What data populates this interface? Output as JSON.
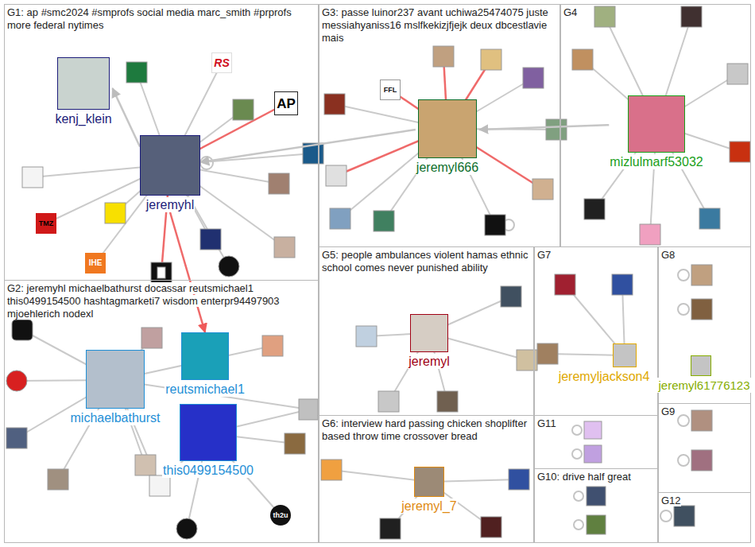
{
  "diagram": {
    "nodes": [
      {
        "text": [
          "G1: ap #smc2024 #smprofs social media marc_smith #prprofs more federal nytimes"
        ]
      },
      {
        "text": [
          "kenj_klein"
        ],
        "in": 0
      },
      {
        "text": [
          "jeremyhl"
        ],
        "in": 0
      },
      {
        "text": [
          "G2: jeremyhl michaelbathurst docassar reutsmichael1 this0499154500 hashtagmarketi7 wisdom enterpr94497903 mjoehlerich nodexl"
        ]
      },
      {
        "text": [
          "michaelbathurst"
        ],
        "in": 3
      },
      {
        "text": [
          "reutsmichael1"
        ],
        "in": 3
      },
      {
        "text": [
          "this0499154500"
        ],
        "in": 3
      },
      {
        "text": [
          "G3: passe luinor237 avant uchiwa25474075 juste messiahyaniss16 mslfkekizjfjejk deux dbcestlavie mais"
        ]
      },
      {
        "text": [
          "jeremyl666"
        ],
        "in": 7
      },
      {
        "text": [
          "G4"
        ]
      },
      {
        "text": [
          "mizlulmarf53032"
        ],
        "in": 9
      },
      {
        "text": [
          "G5: people ambulances violent hamas ethnic school comes never punished ability"
        ]
      },
      {
        "text": [
          "jeremyl"
        ],
        "in": 11
      },
      {
        "text": [
          "G6: interview hard passing chicken shoplifter based throw time crossover bread"
        ]
      },
      {
        "text": [
          "jeremyl_7"
        ],
        "in": 13
      },
      {
        "text": [
          "G7"
        ]
      },
      {
        "text": [
          "jeremyljackson4"
        ],
        "in": 15
      },
      {
        "text": [
          "G8"
        ]
      },
      {
        "text": [
          "jeremyl61776123"
        ],
        "in": 17
      },
      {
        "text": [
          "G11"
        ]
      },
      {
        "text": [
          "G10: drive half great"
        ]
      },
      {
        "text": [
          "G9"
        ]
      },
      {
        "text": [
          "G12"
        ]
      }
    ],
    "edges": [
      {
        "from": 2,
        "to": 1,
        "arrow": "to"
      },
      {
        "from": 2,
        "to": 5,
        "arrow": "to"
      },
      {
        "from": 8,
        "to": 2,
        "arrow": "to"
      },
      {
        "from": 10,
        "to": 8,
        "arrow": "to"
      }
    ],
    "labels": [
      "AP",
      "RS",
      "IHE",
      "TMZ",
      "FFL",
      "th2u"
    ]
  }
}
